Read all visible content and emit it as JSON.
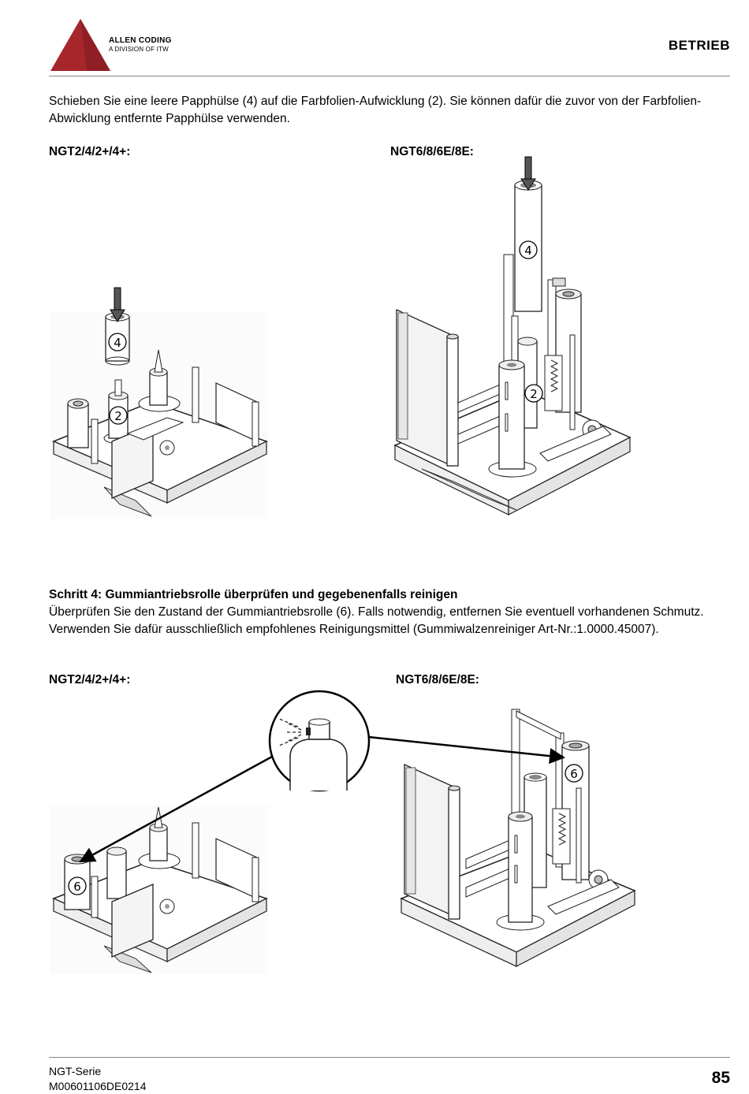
{
  "header": {
    "brand_name": "ALLEN CODING",
    "brand_sub": "A DIVISION OF ITW",
    "section_title": "BETRIEB",
    "logo_color": "#a6262c"
  },
  "intro": {
    "text": "Schieben Sie eine leere Papphülse (4) auf die Farbfolien-Aufwicklung (2). Sie können dafür die zuvor von der Farbfolien-Abwicklung entfernte Papphülse verwenden."
  },
  "figure1": {
    "left_label": "NGT2/4/2+/4+:",
    "right_label": "NGT6/8/6E/8E:",
    "callout_core": "4",
    "callout_rewind": "2"
  },
  "step4": {
    "heading": "Schritt 4: Gummiantriebsrolle überprüfen und gegebenenfalls reinigen",
    "text": "Überprüfen Sie den Zustand der Gummiantriebsrolle (6). Falls notwendig, entfernen Sie eventuell vorhandenen Schmutz. Verwenden Sie dafür ausschließlich empfohlenes Reinigungsmittel (Gummiwalzenreiniger Art-Nr.:1.0000.45007)."
  },
  "figure2": {
    "left_label": "NGT2/4/2+/4+:",
    "right_label": "NGT6/8/6E/8E:",
    "callout_roller": "6"
  },
  "footer": {
    "series": "NGT-Serie",
    "doc_number": "M00601106DE0214",
    "page_number": "85"
  }
}
